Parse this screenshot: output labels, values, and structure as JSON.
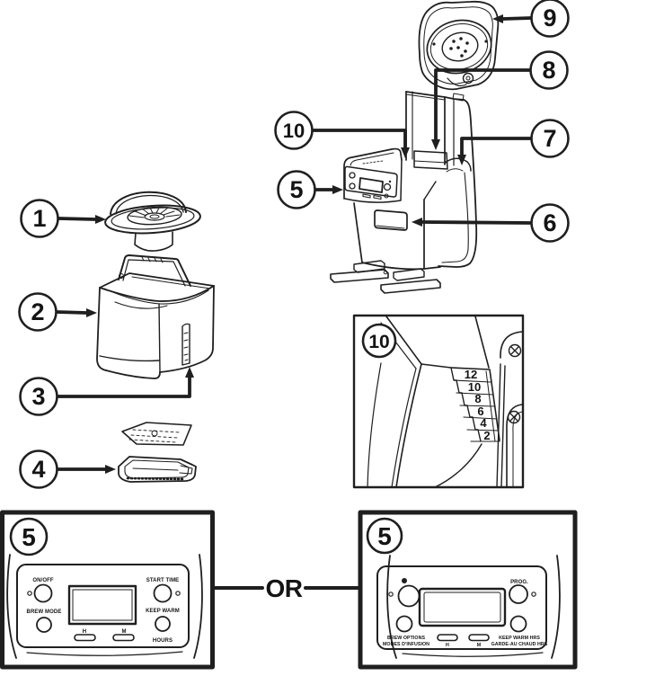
{
  "diagram": {
    "or_label": "OR",
    "callouts": {
      "n1": "1",
      "n2": "2",
      "n3": "3",
      "n4": "4",
      "n5": "5",
      "n6": "6",
      "n7": "7",
      "n8": "8",
      "n9": "9",
      "n10": "10",
      "detail_panel": "10",
      "panel_a_badge": "5",
      "panel_b_badge": "5"
    },
    "water_scale": [
      "12",
      "10",
      "8",
      "6",
      "4",
      "2"
    ],
    "panel_a": {
      "on_off": "ON/OFF",
      "start_time": "START TIME",
      "brew_mode": "BREW MODE",
      "keep_warm": "KEEP WARM",
      "hours": "HOURS",
      "hour": "H",
      "minute": "M"
    },
    "panel_b": {
      "prog": "PROG.",
      "brew_options_en": "BREW OPTIONS",
      "brew_options_fr": "MODES D'INFUSION",
      "keep_warm_en": "KEEP WARM HRS",
      "keep_warm_fr": "GARDE-AU CHAUD HRS",
      "hour": "H",
      "minute": "M"
    },
    "colors": {
      "ink": "#1f1f1f",
      "background": "#ffffff"
    }
  }
}
